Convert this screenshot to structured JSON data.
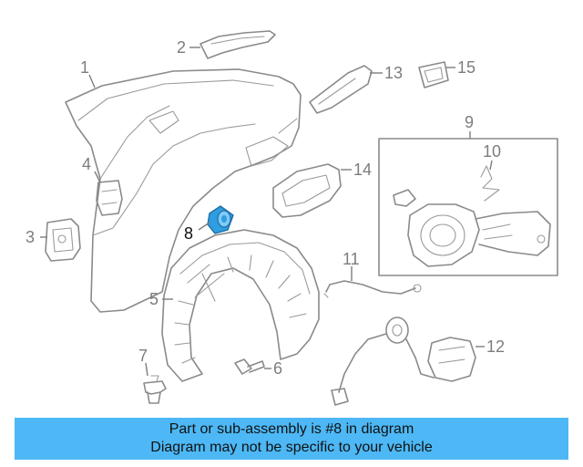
{
  "callouts": {
    "c1": "1",
    "c2": "2",
    "c3": "3",
    "c4": "4",
    "c5": "5",
    "c6": "6",
    "c7": "7",
    "c8": "8",
    "c9": "9",
    "c10": "10",
    "c11": "11",
    "c12": "12",
    "c13": "13",
    "c14": "14",
    "c15": "15"
  },
  "highlight_part": "8",
  "colors": {
    "banner": "#4db8f5",
    "highlight_part": "#2f9de0",
    "line_art": "#8a8a8a"
  },
  "caption": {
    "line1": "Part or sub-assembly is #8 in diagram",
    "line2": "Diagram may not be specific to your vehicle"
  }
}
